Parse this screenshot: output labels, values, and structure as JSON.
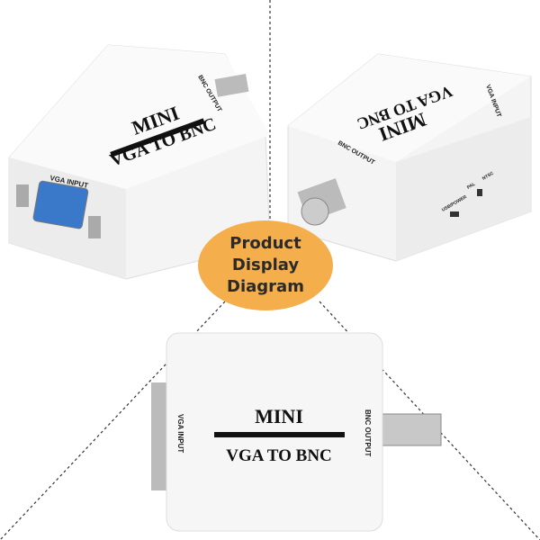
{
  "badge": {
    "line1": "Product",
    "line2": "Display",
    "line3": "Diagram",
    "color": "#f4ae4c"
  },
  "device_left": {
    "title": "MINI",
    "subtitle": "VGA TO BNC",
    "port_label_1": "VGA  INPUT",
    "port_label_2": "BNC OUTPUT"
  },
  "device_right": {
    "title": "MINI",
    "subtitle": "VGA TO BNC",
    "port_label_1": "VGA INPUT",
    "port_label_2": "BNC OUTPUT",
    "switch_label_1": "USB/POWER",
    "switch_label_2": "PAL",
    "switch_label_3": "NTSC"
  },
  "device_bottom": {
    "title": "MINI",
    "subtitle": "VGA TO BNC",
    "port_label_1": "VGA  INPUT",
    "port_label_2": "BNC OUTPUT"
  }
}
